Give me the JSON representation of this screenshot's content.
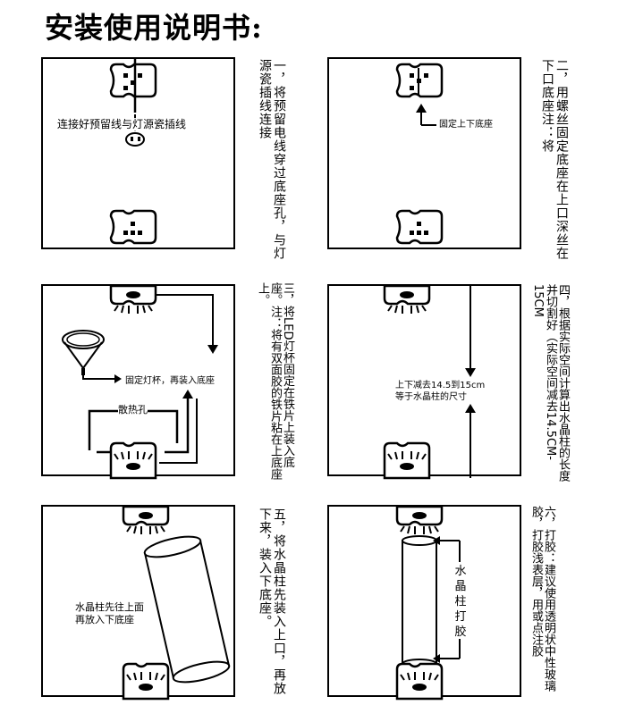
{
  "title": "安装使用说明书:",
  "steps": [
    {
      "caption": "一，将预留电线穿过底座孔，与灯源瓷插线连接",
      "labels": [
        "连接好预留线与灯源瓷插线"
      ]
    },
    {
      "caption": "二，用螺丝固定底座在上口深丝在下口底座注：将",
      "labels": [
        "固定上下底座"
      ]
    },
    {
      "caption": "三，将LED灯杯固定在铁片上装入底座。注：将有双面胶的铁片粘在上底座上。",
      "labels": [
        "固定灯杯，再装入底座",
        "散热孔"
      ]
    },
    {
      "caption": "四，根据实际空间计算出水晶柱的长度并切割好（实际空间减去14.5CM-15CM",
      "labels": [
        "上下减去14.5到15cm",
        "等于水晶柱的尺寸"
      ]
    },
    {
      "caption": "五，将水晶柱先装入上口，再放下来，装入下底座。",
      "labels": [
        "水晶柱先往上面",
        "再放入下底座"
      ]
    },
    {
      "caption": "六，打胶：建议使用透明状中性玻璃胶，打胶浅表层，用或点注胶",
      "labels": [
        "水",
        "晶",
        "柱",
        "打",
        "胶"
      ]
    }
  ]
}
